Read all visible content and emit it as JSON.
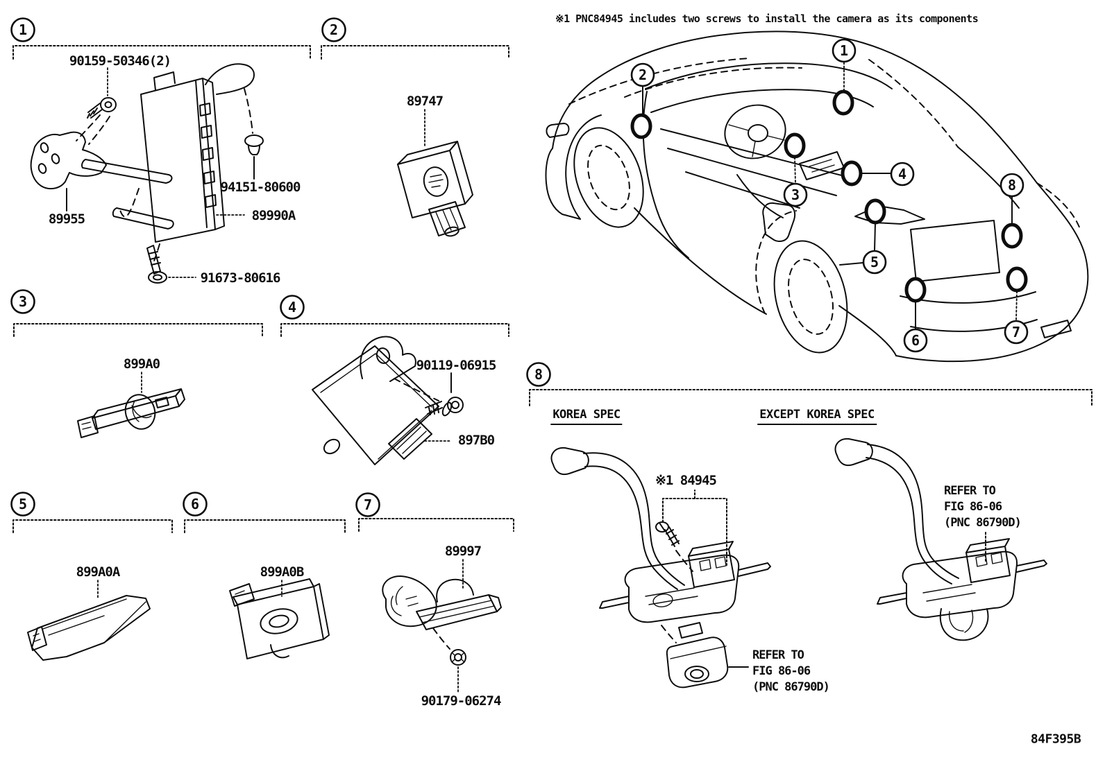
{
  "note": "※1 PNC84945 includes two screws to install the camera as its components",
  "diagram_code": "84F395B",
  "callouts": [
    "1",
    "2",
    "3",
    "4",
    "5",
    "6",
    "7",
    "8"
  ],
  "sections": {
    "s1": {
      "labels": {
        "screw_top": "90159-50346(2)",
        "bracket": "89955",
        "grommet": "94151-80600",
        "ecu": "89990A",
        "screw_bottom": "91673-80616"
      }
    },
    "s2": {
      "labels": {
        "relay": "89747"
      }
    },
    "s3": {
      "labels": {
        "antenna": "899A0"
      }
    },
    "s4": {
      "labels": {
        "bolt": "90119-06915",
        "module": "897B0"
      }
    },
    "s5": {
      "labels": {
        "antenna": "899A0A"
      }
    },
    "s6": {
      "labels": {
        "antenna": "899A0B"
      }
    },
    "s7": {
      "labels": {
        "buzzer": "89997",
        "nut": "90179-06274"
      }
    },
    "s8": {
      "korea_heading": "KOREA SPEC",
      "except_korea_heading": "EXCEPT KOREA SPEC",
      "camera_label": "※1 84945",
      "refer_korea": {
        "line1": "REFER TO",
        "line2": "FIG 86-06",
        "line3": "(PNC 86790D)"
      },
      "refer_except": {
        "line1": "REFER TO",
        "line2": "FIG 86-06",
        "line3": "(PNC 86790D)"
      }
    }
  }
}
